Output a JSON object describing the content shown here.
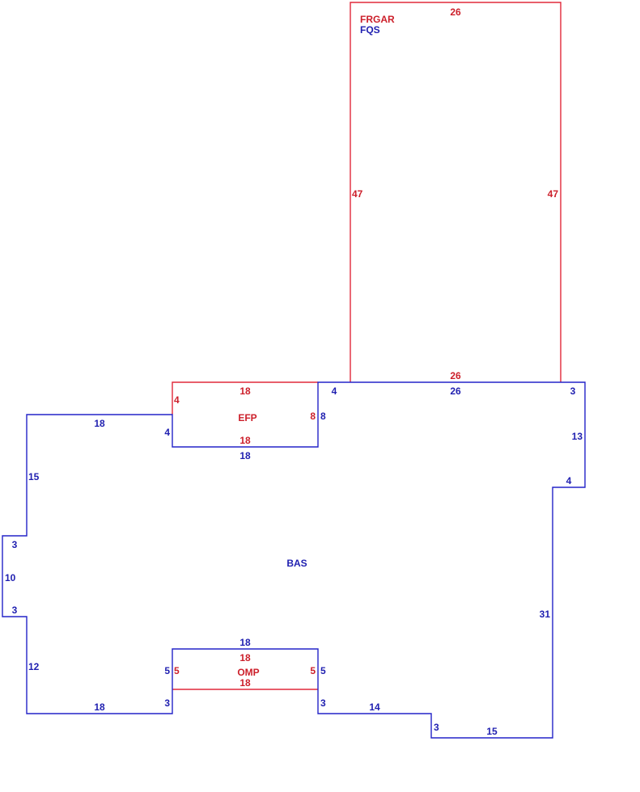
{
  "colors": {
    "red": "#cc1f2a",
    "blue": "#1f1fb0"
  },
  "areas": {
    "frgar": {
      "name": "FRGAR",
      "top": "26",
      "left": "47",
      "right": "47",
      "bottom": "26"
    },
    "fqs": {
      "name": "FQS"
    },
    "efp": {
      "name": "EFP",
      "top": "18",
      "left": "4",
      "right": "8",
      "bottom": "18"
    },
    "omp": {
      "name": "OMP",
      "top": "18",
      "left": "5",
      "right": "5",
      "bottom": "18"
    },
    "bas": {
      "name": "BAS",
      "top_left": "18",
      "efp_left": "4",
      "efp_bottom": "18",
      "efp_right": "8",
      "top_step": "4",
      "top_right": "26",
      "right_top": "3",
      "right_upper": "13",
      "right_step": "4",
      "right_lower": "31",
      "bottom_right": "15",
      "bottom_step_right": "3",
      "bottom_mid": "14",
      "omp_right": "3",
      "omp_right_side": "5",
      "omp_top": "18",
      "omp_left_side": "5",
      "omp_left": "3",
      "bottom_left": "18",
      "left_lower": "12",
      "left_step_bottom": "3",
      "left_far": "10",
      "left_step_top": "3",
      "left_upper": "15"
    }
  }
}
